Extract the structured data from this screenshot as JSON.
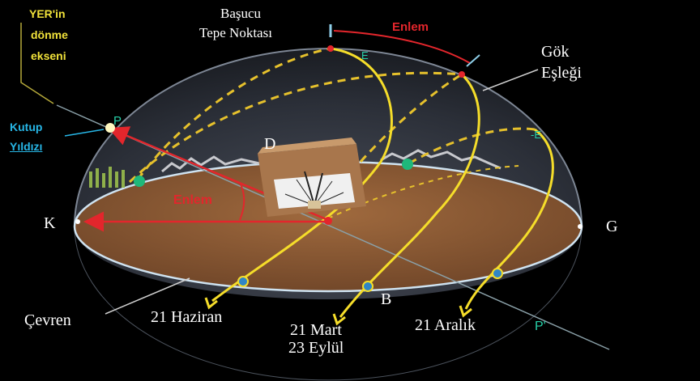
{
  "labels": {
    "earth_axis_l1": "YER'in",
    "earth_axis_l2": "dönme",
    "earth_axis_l3": "ekseni",
    "pole_star_l1": "Kutup",
    "pole_star_l2": "Yıldızı",
    "zenith_l1": "Başucu",
    "zenith_l2": "Tepe Noktası",
    "latitude_top": "Enlem",
    "latitude_center": "Enlem",
    "celestial_equator_l1": "Gök",
    "celestial_equator_l2": "Eşleği",
    "point_p": "P",
    "point_p_prime": "P'",
    "point_d": "D",
    "point_k": "K",
    "point_g": "G",
    "point_b": "B",
    "point_e": "E",
    "point_minus_e": "-E",
    "horizon": "Çevren",
    "june": "21 Haziran",
    "march_l1": "21 Mart",
    "march_l2": "23 Eylül",
    "december": "21 Aralık"
  },
  "colors": {
    "dome": "#2a2f3a",
    "ground": "#8a5a35",
    "sun_path": "#f5dd2a",
    "axis_arrow": "#e3262c",
    "equator_dash": "#e6c12c",
    "horizon_rim": "#cfe3f1"
  }
}
